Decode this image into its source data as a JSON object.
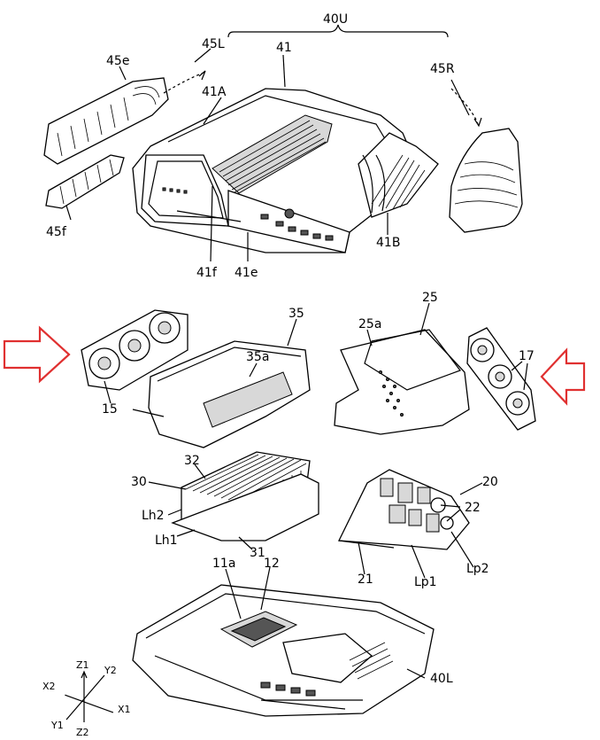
{
  "labels": {
    "l40U": "40U",
    "l45L": "45L",
    "l41": "41",
    "l45e": "45e",
    "l41A": "41A",
    "l45R": "45R",
    "l45f": "45f",
    "l41B": "41B",
    "l41f": "41f",
    "l41e": "41e",
    "l35": "35",
    "l25": "25",
    "l25a": "25a",
    "l35a": "35a",
    "l17": "17",
    "l15": "15",
    "l32": "32",
    "l30": "30",
    "l20": "20",
    "l22": "22",
    "lLh2": "Lh2",
    "lLh1": "Lh1",
    "l31": "31",
    "l21": "21",
    "lLp1": "Lp1",
    "lLp2": "Lp2",
    "l11a": "11a",
    "l12": "12",
    "l40L": "40L",
    "axZ1": "Z1",
    "axY2": "Y2",
    "axX2": "X2",
    "axX1": "X1",
    "axY1": "Y1",
    "axZ2": "Z2"
  },
  "colors": {
    "arrow": "#e03030",
    "line": "#000000"
  }
}
